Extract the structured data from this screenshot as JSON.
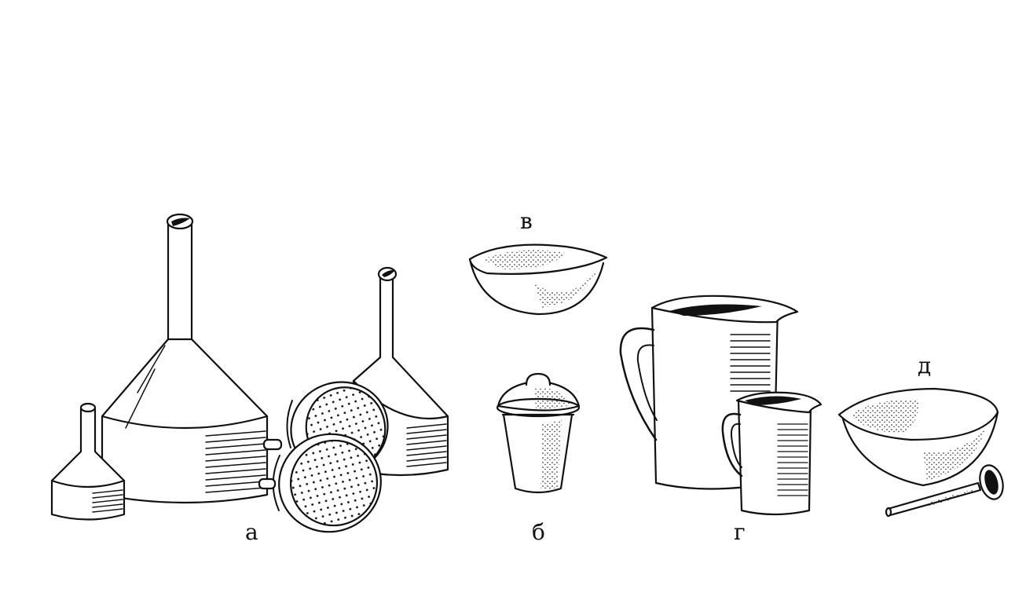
{
  "labels": {
    "funnels": "а",
    "crucible": "б",
    "evaporating_dish": "в",
    "beakers": "г",
    "mortar": "д"
  },
  "colors": {
    "ink": "#111111",
    "paper": "#ffffff"
  },
  "icons": [
    "funnel-icon",
    "buchner-funnel-icon",
    "crucible-icon",
    "evaporating-dish-icon",
    "measuring-beaker-icon",
    "mortar-and-pestle-icon"
  ]
}
